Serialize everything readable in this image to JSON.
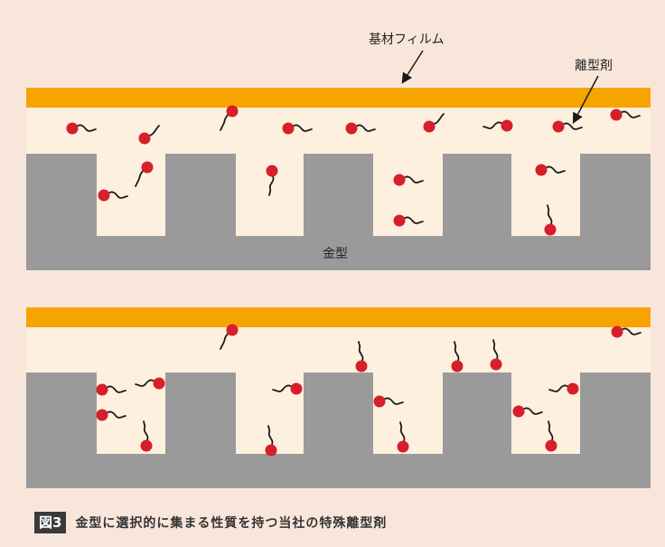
{
  "labels": {
    "base_film": "基材フィルム",
    "release_agent": "離型剤",
    "mold": "金型"
  },
  "caption": {
    "figure_tag": "図3",
    "text": "金型に選択的に集まる性質を持つ当社の特殊離型剤"
  },
  "colors": {
    "background": "#f9e6db",
    "film": "#f6a400",
    "gap": "#fdf0de",
    "mold": "#9a9a9a",
    "molecule_head": "#d61f2a",
    "molecule_tail": "#1a1a1a",
    "pointer_arrow": "#1a1a1a"
  },
  "icons": {
    "release_agent_molecule": "red-circle-with-wavy-tail",
    "pointer": "arrow"
  }
}
